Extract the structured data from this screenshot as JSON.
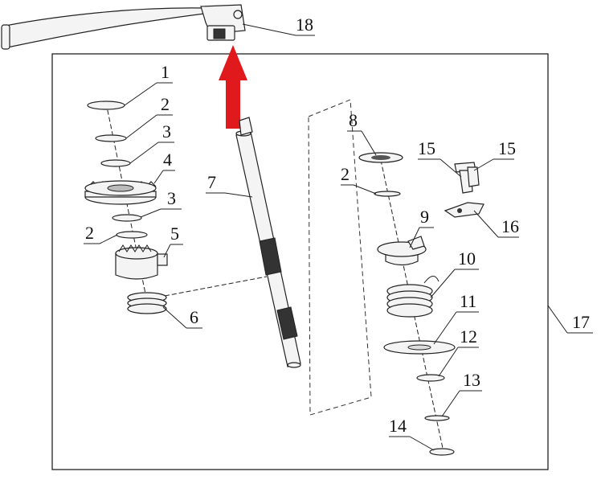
{
  "diagram": {
    "labels": {
      "p1": "1",
      "p2a": "2",
      "p3a": "3",
      "p4": "4",
      "p3b": "3",
      "p2b": "2",
      "p5": "5",
      "p6": "6",
      "p7": "7",
      "p8": "8",
      "p2c": "2",
      "p9": "9",
      "p10": "10",
      "p11": "11",
      "p12": "12",
      "p13": "13",
      "p14": "14",
      "p15a": "15",
      "p15b": "15",
      "p16": "16",
      "p17": "17",
      "p18": "18"
    },
    "colors": {
      "arrow": "#e0191c",
      "line": "#222222",
      "background": "#ffffff"
    }
  }
}
